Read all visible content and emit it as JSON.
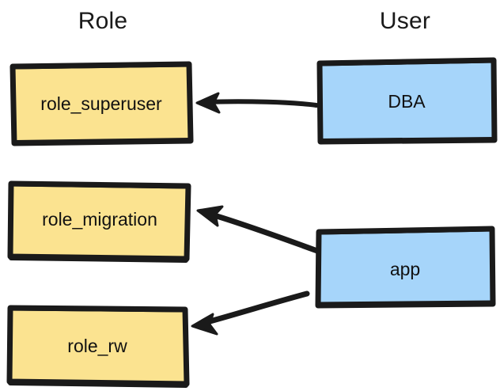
{
  "diagram": {
    "title_columns": [
      {
        "id": "role",
        "label": "Role"
      },
      {
        "id": "user",
        "label": "User"
      }
    ],
    "style": {
      "role_fill": "#fbe390",
      "user_fill": "#a6d5fa",
      "stroke": "#1a1a1a",
      "text": "#111111",
      "background": "#ffffff"
    },
    "nodes": [
      {
        "id": "role_superuser",
        "label": "role_superuser",
        "kind": "role"
      },
      {
        "id": "role_migration",
        "label": "role_migration",
        "kind": "role"
      },
      {
        "id": "role_rw",
        "label": "role_rw",
        "kind": "role"
      },
      {
        "id": "dba",
        "label": "DBA",
        "kind": "user"
      },
      {
        "id": "app",
        "label": "app",
        "kind": "user"
      }
    ],
    "edges": [
      {
        "id": "dba-to-superuser",
        "from": "dba",
        "to": "role_superuser",
        "label": ""
      },
      {
        "id": "app-to-migration",
        "from": "app",
        "to": "role_migration",
        "label": ""
      },
      {
        "id": "app-to-rw",
        "from": "app",
        "to": "role_rw",
        "label": ""
      }
    ]
  }
}
